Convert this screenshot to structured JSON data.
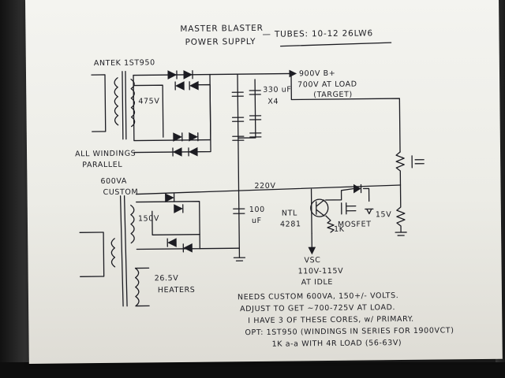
{
  "title": {
    "line1": "MASTER BLASTER",
    "line2": "POWER SUPPLY",
    "tubes": "— TUBES: 10-12 26LW6"
  },
  "labels": {
    "antek": "ANTEK 1ST950",
    "v475": "475V",
    "all_windings_1": "ALL WINDINGS",
    "all_windings_2": "PARALLEL",
    "cap_330": "330 uF",
    "cap_x4": "X4",
    "bplus_1": "900V B+",
    "bplus_2": "700V AT LOAD",
    "bplus_3": "(TARGET)",
    "custom_1": "600VA",
    "custom_2": "CUSTOM",
    "v220": "220V",
    "v150": "150V",
    "cap_100a": "100",
    "cap_100b": "uF",
    "ntl_1": "NTL",
    "ntl_2": "4281",
    "r1k": "1K",
    "mosfet": "MOSFET",
    "z15v": "15V",
    "heater_v": "26.5V",
    "heaters": "HEATERS",
    "vsc_1": "VSC",
    "vsc_2": "110V-115V",
    "vsc_3": "AT IDLE"
  },
  "notes": [
    "NEEDS CUSTOM 600VA, 150+/- VOLTS.",
    "ADJUST TO GET ~700-725V AT LOAD.",
    "I HAVE 3 OF THESE CORES, w/ PRIMARY.",
    "OPT: 1ST950 (WINDINGS IN SERIES FOR 1900VCT)",
    "1K a-a WITH 4R LOAD (56-63V)"
  ],
  "colors": {
    "paper": "#f0f0ec",
    "ink": "#1c1c22",
    "background": "#1d1d1d"
  }
}
